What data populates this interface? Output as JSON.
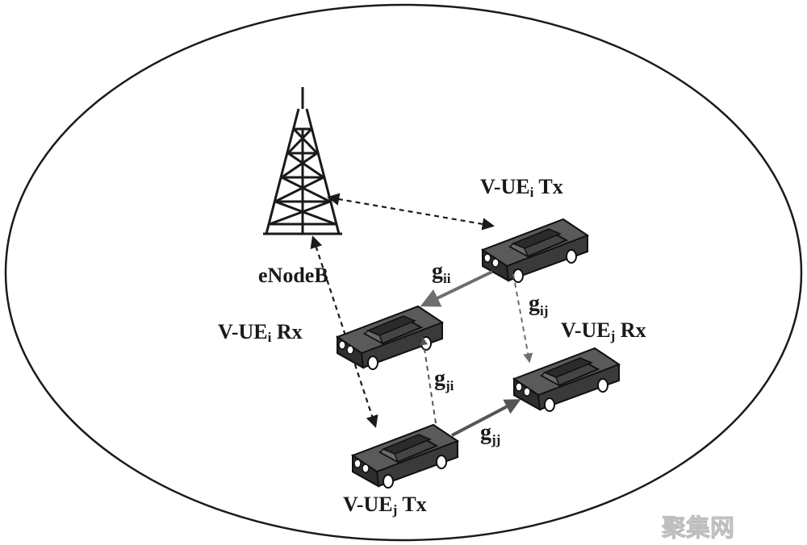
{
  "labels": {
    "enodeb": "eNodeB",
    "ue_i_tx": {
      "prefix": "V-UE",
      "sub": "i",
      "suffix": " Tx"
    },
    "ue_i_rx": {
      "prefix": "V-UE",
      "sub": "i",
      "suffix": " Rx"
    },
    "ue_j_tx": {
      "prefix": "V-UE",
      "sub": "j",
      "suffix": " Tx"
    },
    "ue_j_rx": {
      "prefix": "V-UE",
      "sub": "j",
      "suffix": " Rx"
    }
  },
  "links": {
    "gii": {
      "base": "g",
      "sub": "ii"
    },
    "gij": {
      "base": "g",
      "sub": "ij"
    },
    "gji": {
      "base": "g",
      "sub": "ji"
    },
    "gjj": {
      "base": "g",
      "sub": "jj"
    }
  },
  "watermark": "聚集网",
  "colors": {
    "car_body": "#4a4a4a",
    "car_dark": "#2a2a2a",
    "line": "#1a1a1a",
    "signal_arrow": "#6e6e6e",
    "watermark": "#d9d9d9"
  }
}
